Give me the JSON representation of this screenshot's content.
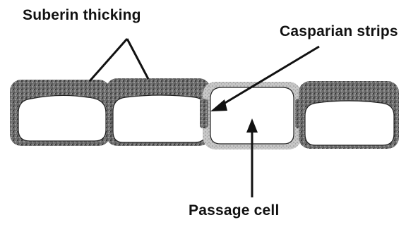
{
  "diagram": {
    "labels": {
      "suberin": "Suberin thicking",
      "casparian": "Casparian strips",
      "passage": "Passage cell"
    },
    "colors": {
      "ink": "#111111",
      "thickening_dark": "#3a3a3a",
      "thickening_mid": "#7a7a7a",
      "cell_fill": "#ffffff"
    },
    "cells": [
      {
        "name": "endodermal-cell-1",
        "thickened": true
      },
      {
        "name": "endodermal-cell-2",
        "thickened": true
      },
      {
        "name": "passage-cell",
        "thickened": false
      },
      {
        "name": "endodermal-cell-4",
        "thickened": true
      }
    ]
  }
}
